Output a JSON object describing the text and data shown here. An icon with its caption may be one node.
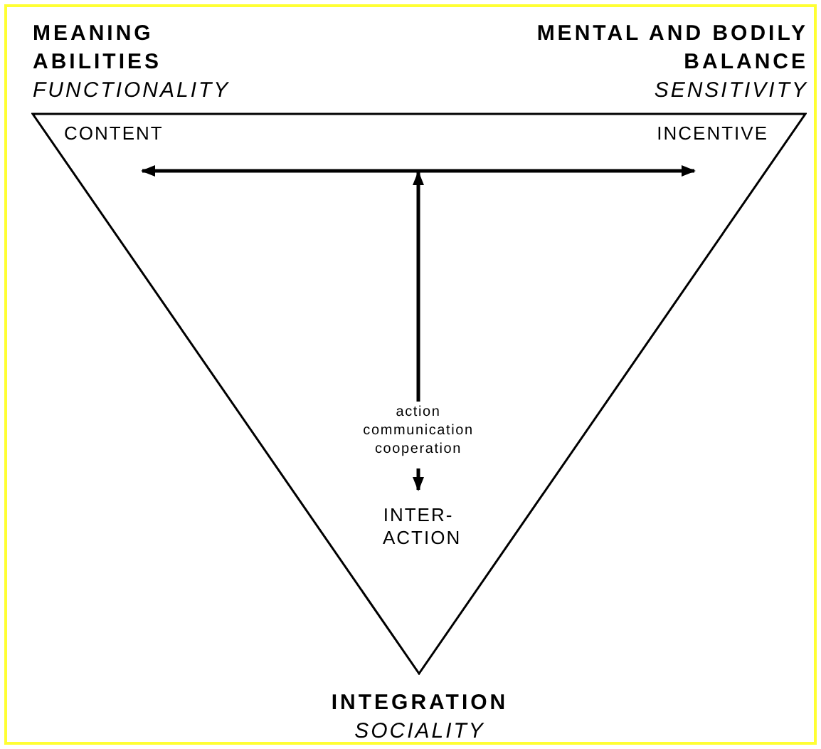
{
  "diagram": {
    "nodes": [
      {
        "text": [
          "MEANING ABILITIES",
          "FUNCTIONALITY"
        ]
      },
      {
        "text": [
          "MENTAL AND BODILY BALANCE",
          "SENSITIVITY"
        ]
      },
      {
        "text": [],
        "shape": "triangle"
      },
      {
        "text": [
          "CONTENT"
        ],
        "in": 2
      },
      {
        "text": [
          "INCENTIVE"
        ],
        "in": 2
      },
      {
        "text": [
          "action communication cooperation"
        ],
        "in": 2
      },
      {
        "text": [
          "INTER- ACTION"
        ],
        "in": 2
      },
      {
        "text": [
          "INTEGRATION",
          "SOCIALITY"
        ]
      }
    ],
    "edges": [
      {
        "from": 3,
        "to": 4,
        "arrow": "both"
      },
      {
        "from": 5,
        "to": null,
        "arrow": "to"
      },
      {
        "from": 5,
        "to": 6,
        "arrow": "to"
      }
    ]
  }
}
